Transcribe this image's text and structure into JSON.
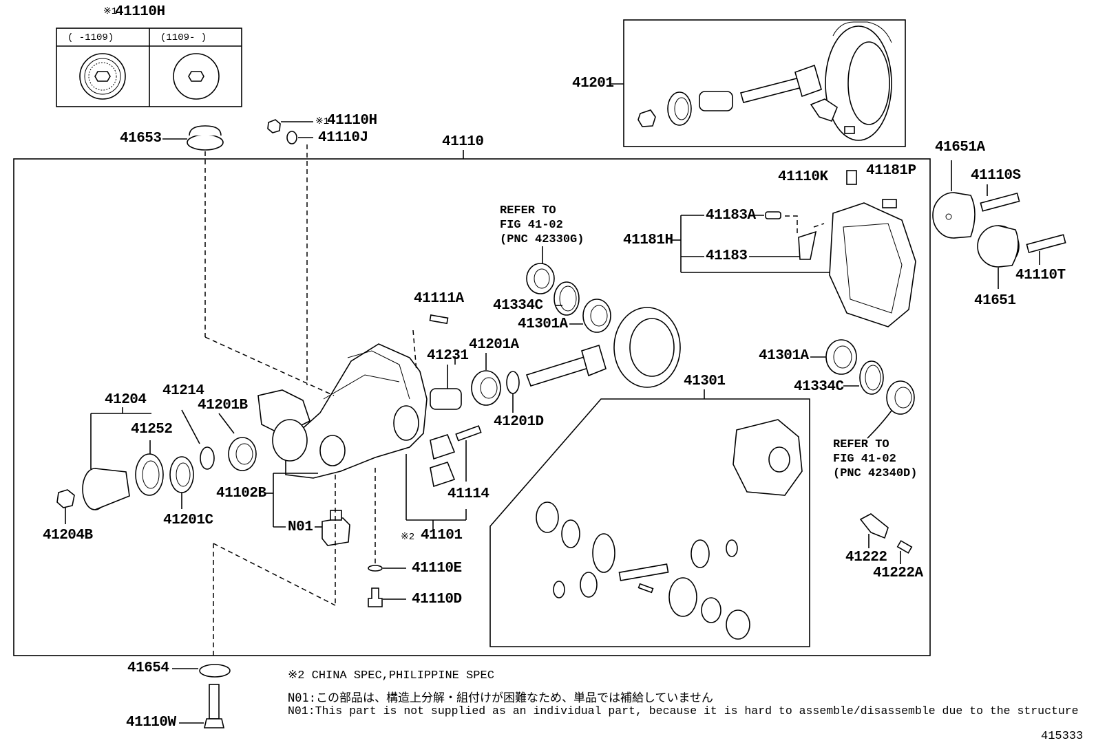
{
  "labels": {
    "p41110H_top": "41110H",
    "mark1": "※1",
    "mark2": "※2",
    "inset_left": "(    -1109)",
    "inset_right": "(1109-     )",
    "p41653": "41653",
    "p41110H": "41110H",
    "p41110J": "41110J",
    "p41110": "41110",
    "p41201": "41201",
    "p41651A": "41651A",
    "p41110S": "41110S",
    "p41651": "41651",
    "p41110T": "41110T",
    "p41110K": "41110K",
    "p41181P": "41181P",
    "p41183A": "41183A",
    "p41181H": "41181H",
    "p41183": "41183",
    "refer1_l1": "REFER TO",
    "refer1_l2": "FIG 41-02",
    "refer1_l3": "(PNC 42330G)",
    "p41334C_a": "41334C",
    "p41301A_a": "41301A",
    "p41111A": "41111A",
    "p41231": "41231",
    "p41201A": "41201A",
    "p41201D": "41201D",
    "p41301A_b": "41301A",
    "p41334C_b": "41334C",
    "p41301": "41301",
    "refer2_l1": "REFER TO",
    "refer2_l2": "FIG 41-02",
    "refer2_l3": "(PNC 42340D)",
    "p41204": "41204",
    "p41214": "41214",
    "p41201B": "41201B",
    "p41252": "41252",
    "p41102B": "41102B",
    "pN01": "N01",
    "p41114": "41114",
    "p41101": "41101",
    "p41204B": "41204B",
    "p41201C": "41201C",
    "p41110E": "41110E",
    "p41110D": "41110D",
    "p41222": "41222",
    "p41222A": "41222A",
    "p41654": "41654",
    "p41110W": "41110W"
  },
  "notes": {
    "note1": "※2 CHINA SPEC,PHILIPPINE SPEC",
    "note2": "N01:この部品は、構造上分解・組付けが困難なため、単品では補給していません",
    "note3": "N01:This part is not supplied as an individual part, because it is hard to assemble/disassemble due to the structure"
  },
  "figure_number": "415333"
}
